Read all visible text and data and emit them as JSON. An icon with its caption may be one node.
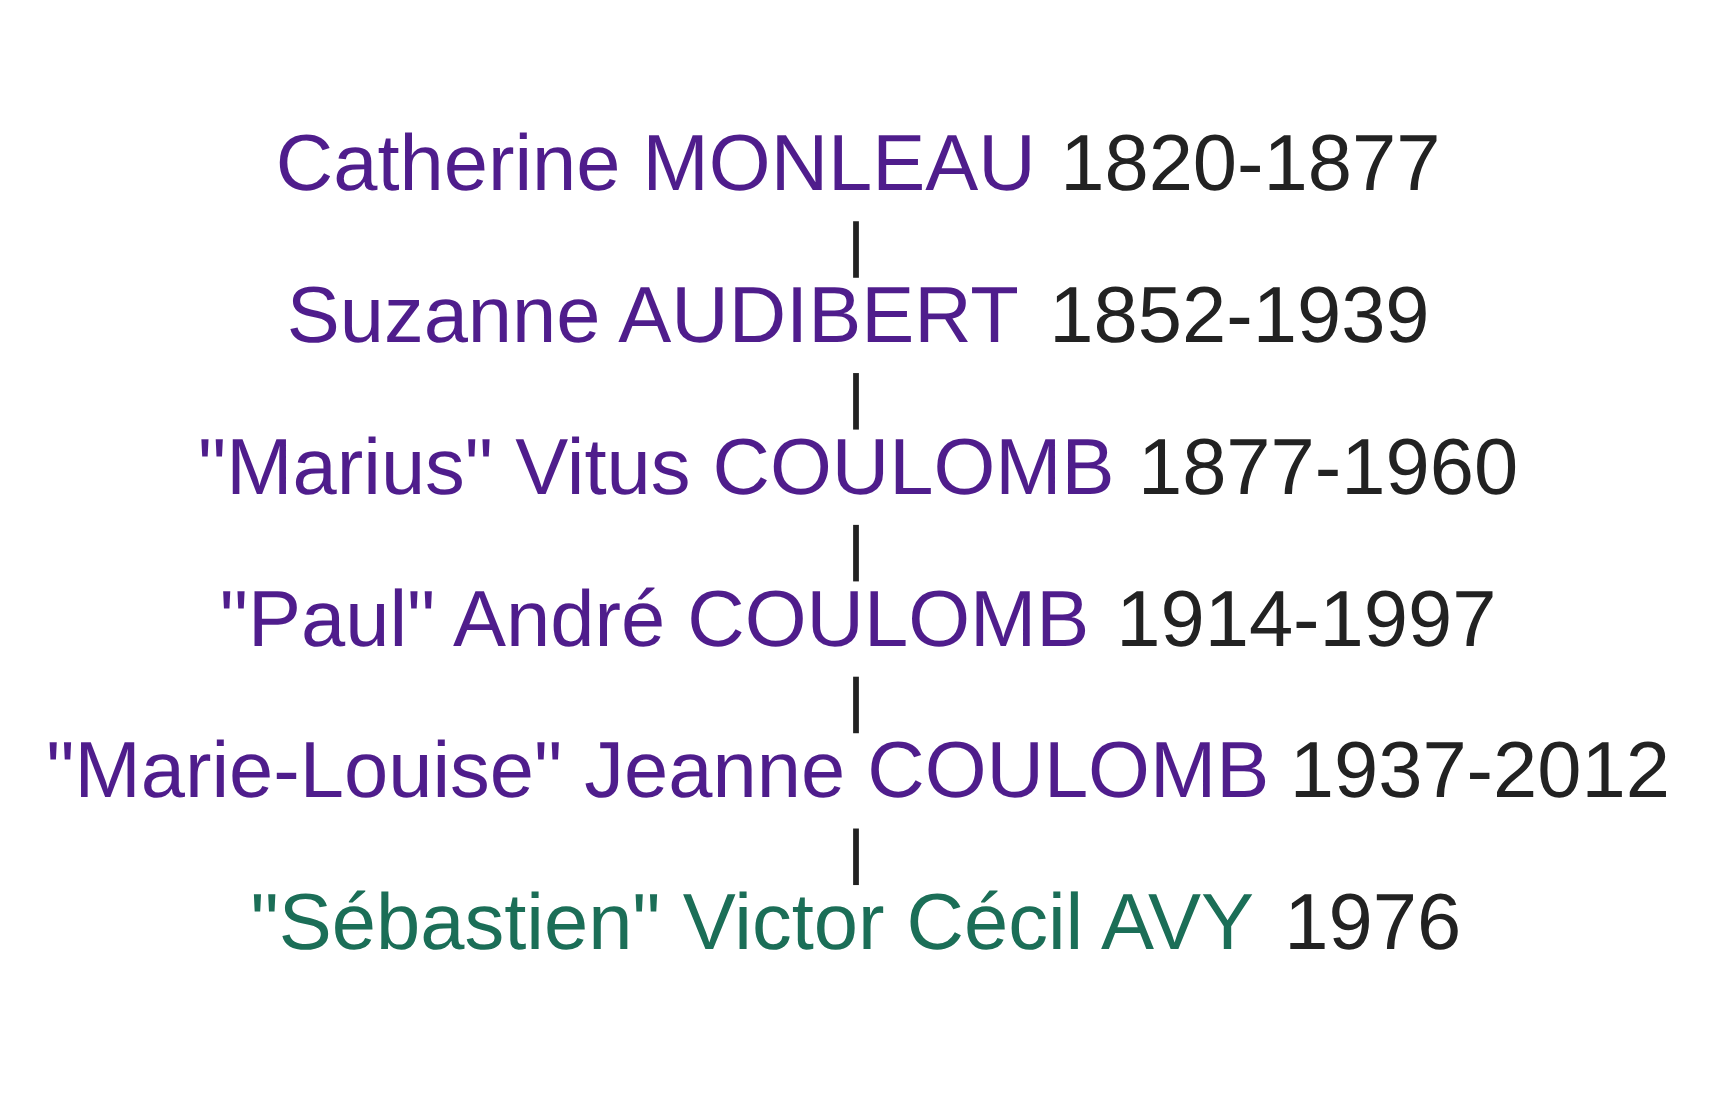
{
  "diagram": {
    "nodes": [
      {
        "text": [
          "Catherine MONLEAU"
        ],
        "beside": [
          "1820-1877"
        ]
      },
      {
        "text": [
          "Suzanne AUDIBERT"
        ],
        "beside": [
          "1852-1939"
        ]
      },
      {
        "text": [
          "\"Marius\" Vitus COULOMB"
        ],
        "beside": [
          "1877-1960"
        ]
      },
      {
        "text": [
          "\"Paul\" André COULOMB"
        ],
        "beside": [
          "1914-1997"
        ]
      },
      {
        "text": [
          "\"Marie-Louise\" Jeanne COULOMB"
        ],
        "beside": [
          "1937-2012"
        ]
      },
      {
        "text": [
          "\"Sébastien\" Victor Cécil AVY"
        ],
        "beside": [
          "1976"
        ]
      }
    ],
    "edges": [
      {
        "from": 0,
        "to": 1,
        "arrow": "none"
      },
      {
        "from": 1,
        "to": 2,
        "arrow": "none"
      },
      {
        "from": 2,
        "to": 3,
        "arrow": "none"
      },
      {
        "from": 3,
        "to": 4,
        "arrow": "none"
      },
      {
        "from": 4,
        "to": 5,
        "arrow": "none"
      }
    ]
  }
}
